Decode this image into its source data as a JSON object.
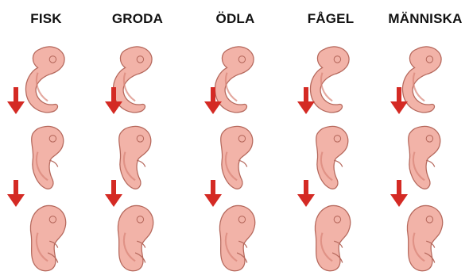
{
  "figure": {
    "columns": [
      {
        "key": "fisk",
        "label": "FISK"
      },
      {
        "key": "groda",
        "label": "GRODA"
      },
      {
        "key": "odla",
        "label": "ÖDLA"
      },
      {
        "key": "fagel",
        "label": "FÅGEL"
      },
      {
        "key": "manniska",
        "label": "MÄNNISKA"
      }
    ],
    "stages": [
      "early",
      "middle",
      "late"
    ],
    "colors": {
      "embryo_fill": "#f2b3a8",
      "embryo_shade": "#d98577",
      "embryo_outline": "#b5685c",
      "arrow": "#d42a24",
      "title": "#111111"
    }
  }
}
